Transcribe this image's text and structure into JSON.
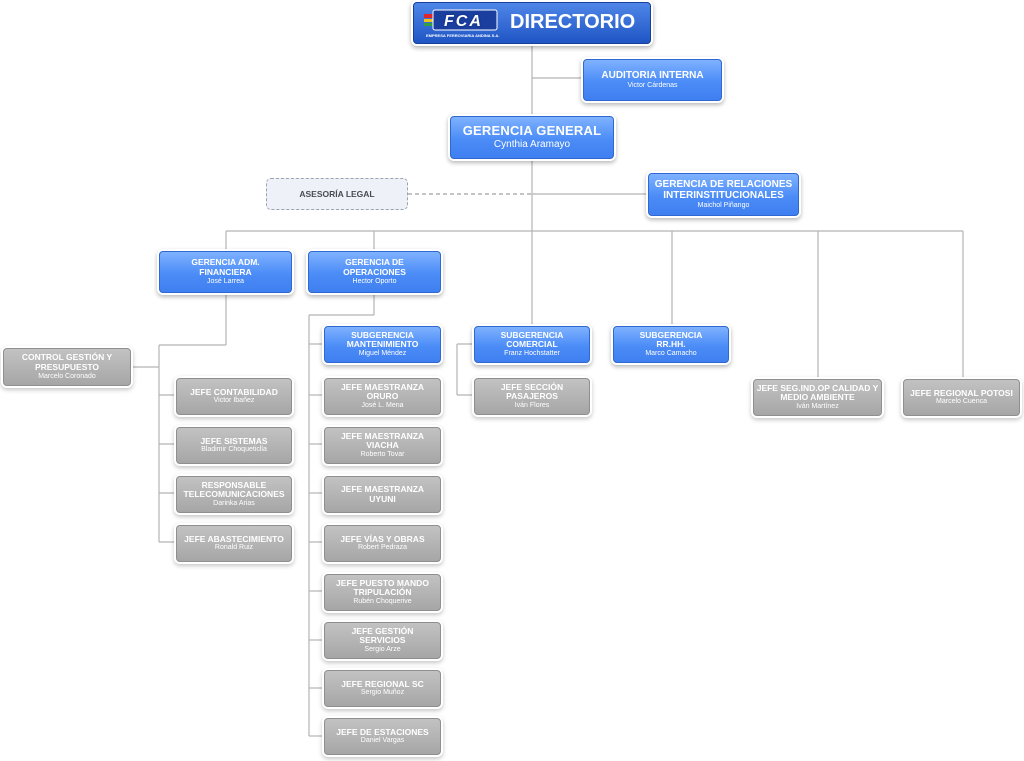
{
  "directorio": {
    "title": "DIRECTORIO",
    "logo_text": "FCA",
    "logo_subtitle": "EMPRESA FERROVIARIA ANDINA S.A."
  },
  "nodes": {
    "auditoria": {
      "title": "AUDITORIA INTERNA",
      "name": "Victor Cárdenas"
    },
    "gerencia_general": {
      "title": "GERENCIA GENERAL",
      "name": "Cynthia Aramayo"
    },
    "asesoria": {
      "title": "ASESORÍA LEGAL"
    },
    "relaciones": {
      "title": "GERENCIA DE RELACIONES INTERINSTITUCIONALES",
      "name": "Maichol Piñango"
    },
    "adm_financiera": {
      "title": "GERENCIA ADM. FINANCIERA",
      "name": "José Larrea"
    },
    "operaciones": {
      "title": "GERENCIA DE OPERACIONES",
      "name": "Hector Oporto"
    },
    "control_gestion": {
      "title": "CONTROL GESTIÓN Y PRESUPUESTO",
      "name": "Marcelo Coronado"
    },
    "contabilidad": {
      "title": "JEFE CONTABILIDAD",
      "name": "Victor Ibañez"
    },
    "sistemas": {
      "title": "JEFE SISTEMAS",
      "name": "Bladimir Choqueticlla"
    },
    "telecom": {
      "title": "RESPONSABLE TELECOMUNICACIONES",
      "name": "Darinka Arias"
    },
    "abastecimiento": {
      "title": "JEFE ABASTECIMIENTO",
      "name": "Ronald Ruiz"
    },
    "sub_mantenimiento": {
      "title": "SUBGERENCIA MANTENIMIENTO",
      "name": "Miguel Méndez"
    },
    "maestranza_oruro": {
      "title": "JEFE MAESTRANZA ORURO",
      "name": "José L. Mena"
    },
    "maestranza_viacha": {
      "title": "JEFE MAESTRANZA VIACHA",
      "name": "Roberto Tovar"
    },
    "maestranza_uyuni": {
      "title": "JEFE MAESTRANZA UYUNI"
    },
    "vias_obras": {
      "title": "JEFE VÍAS Y OBRAS",
      "name": "Robert Pedraza"
    },
    "puesto_mando": {
      "title": "JEFE PUESTO MANDO TRIPULACIÓN",
      "name": "Rubén Choquerive"
    },
    "gestion_servicios": {
      "title": "JEFE GESTIÓN SERVICIOS",
      "name": "Sergio Arze"
    },
    "regional_sc": {
      "title": "JEFE REGIONAL SC",
      "name": "Sergio Muñoz"
    },
    "estaciones": {
      "title": "JEFE DE ESTACIONES",
      "name": "Daniel Vargas"
    },
    "sub_comercial": {
      "title": "SUBGERENCIA COMERCIAL",
      "name": "Franz Hochstatter"
    },
    "seccion_pasajeros": {
      "title": "JEFE SECCIÓN PASAJEROS",
      "name": "Iván Flores"
    },
    "sub_rrhh": {
      "title": "SUBGERENCIA RR.HH.",
      "name": "Marco Camacho"
    },
    "seg_ind": {
      "title": "JEFE SEG.IND.OP CALIDAD Y MEDIO AMBIENTE",
      "name": "Iván Martínez"
    },
    "regional_potosi": {
      "title": "JEFE REGIONAL POTOSI",
      "name": "Marcelo Cuenca"
    }
  },
  "colors": {
    "blue_box": "#4b8cf7",
    "grey_box": "#a6a6a6",
    "directorio": "#1f55c4",
    "connector": "#b4b4b4"
  }
}
